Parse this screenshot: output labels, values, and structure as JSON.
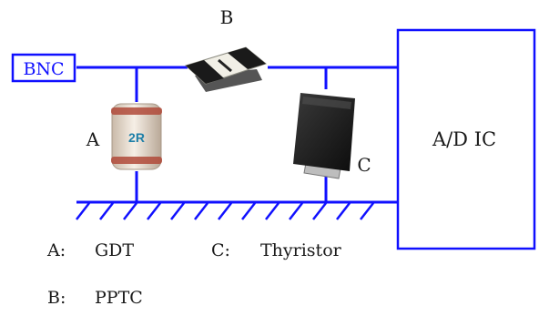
{
  "colors": {
    "wire": "#1010ff",
    "text": "#1a1a1a",
    "bnc_text": "#1010ff",
    "gdt_body": "#e9dccf",
    "gdt_band": "#b04a3a",
    "gdt_label": "#1e7fa8",
    "pptc_body": "#f1efe6",
    "pptc_cap": "#1a1a1a",
    "thyristor_body": "#1b1b1b"
  },
  "labels": {
    "bnc": "BNC",
    "component_b": "B",
    "component_a": "A",
    "component_c": "C",
    "adc_ic": "A/D IC",
    "gdt_marking": "2R"
  },
  "legend": [
    {
      "key": "A:",
      "value": "GDT"
    },
    {
      "key": "B:",
      "value": "PPTC"
    },
    {
      "key": "C:",
      "value": "Thyristor"
    }
  ]
}
